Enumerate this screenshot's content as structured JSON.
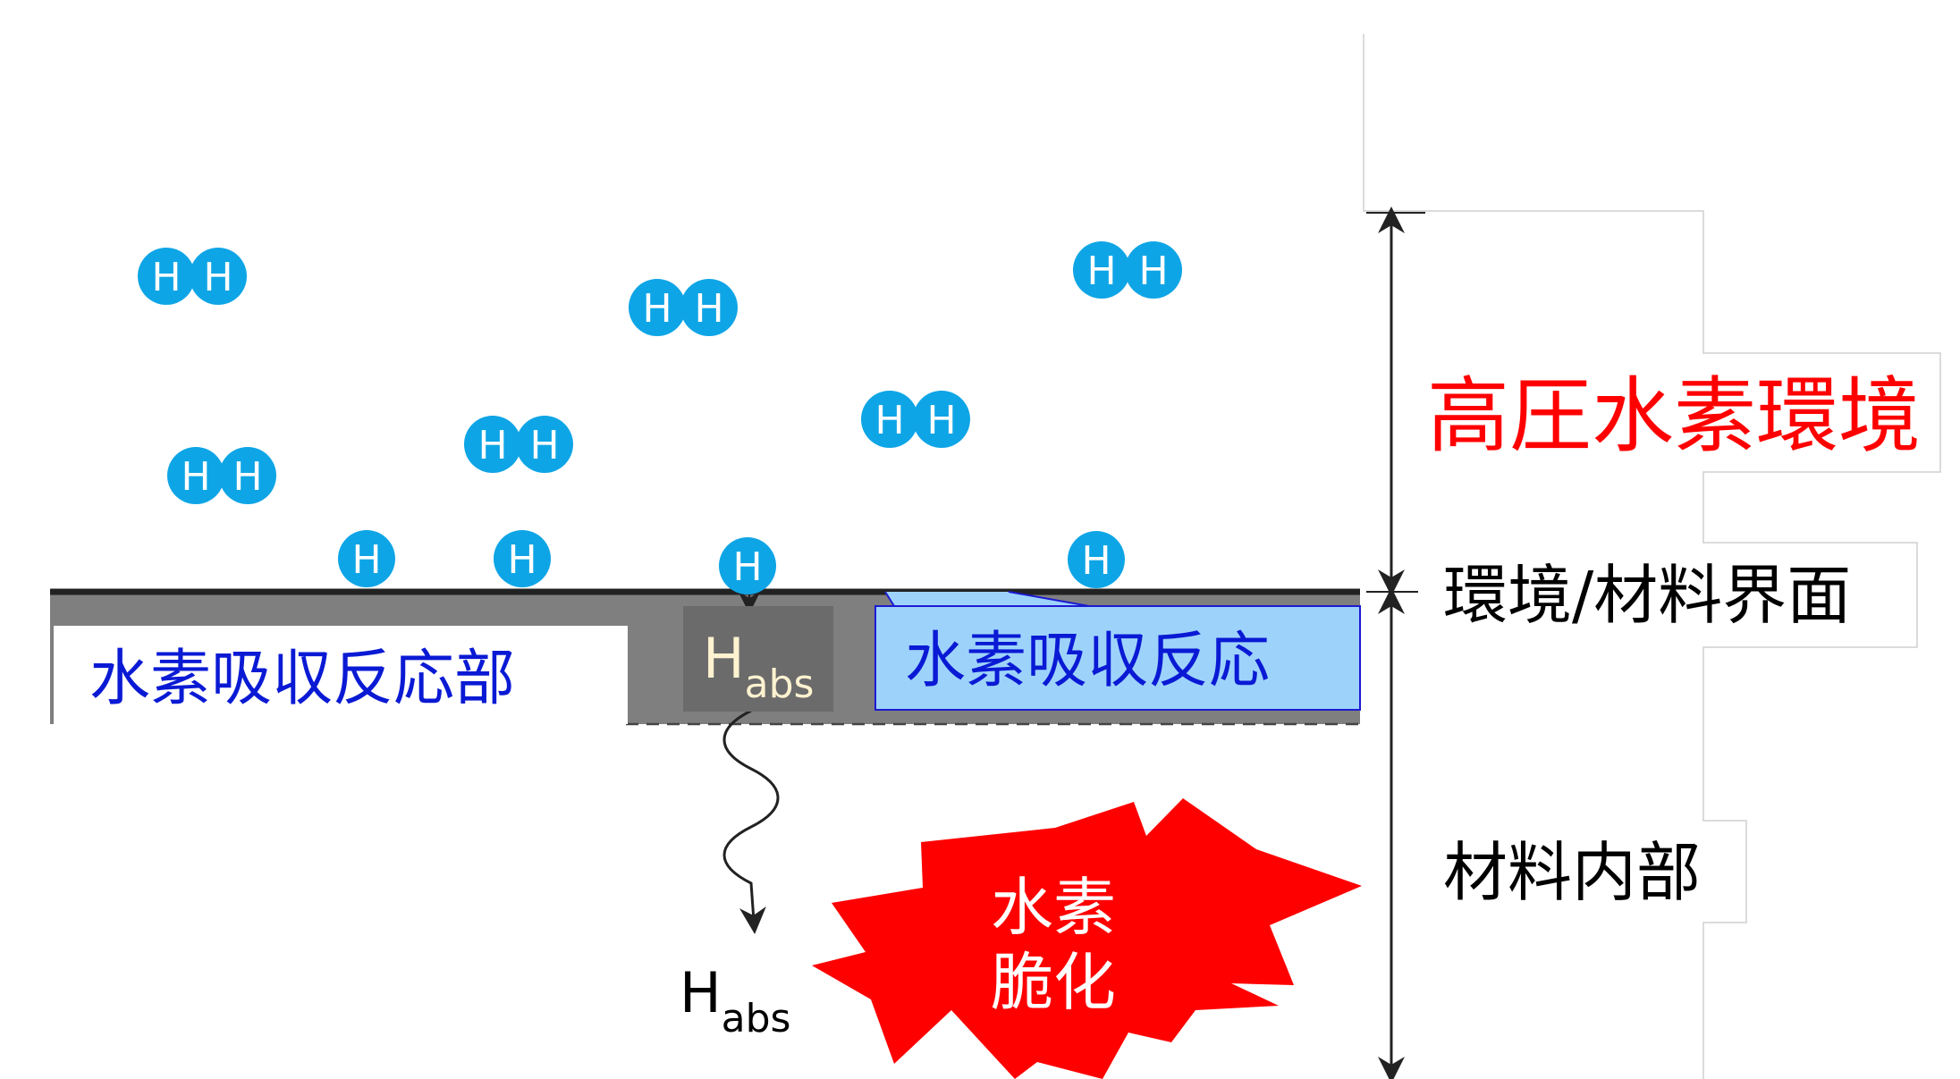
{
  "molecule_atom": "H",
  "labels": {
    "environment": "高圧水素環境",
    "interface": "環境/材料界面",
    "interior": "材料内部",
    "absorption_zone": "水素吸収反応部",
    "absorption_reaction": "水素吸収反応",
    "embrittlement_line1": "水素",
    "embrittlement_line2": "脆化",
    "habs_main": "H",
    "habs_sub": "abs"
  },
  "colors": {
    "hydrogen": "#0ea5e6",
    "environment_text": "#ff0000",
    "zone_text": "#0a1ad4",
    "reaction_fill": "#9dd3fb",
    "surface_layer": "#7f7f7f",
    "habs_box": "#6b6b6b",
    "habs_box_text": "#fff2d0",
    "burst": "#ff0000"
  }
}
